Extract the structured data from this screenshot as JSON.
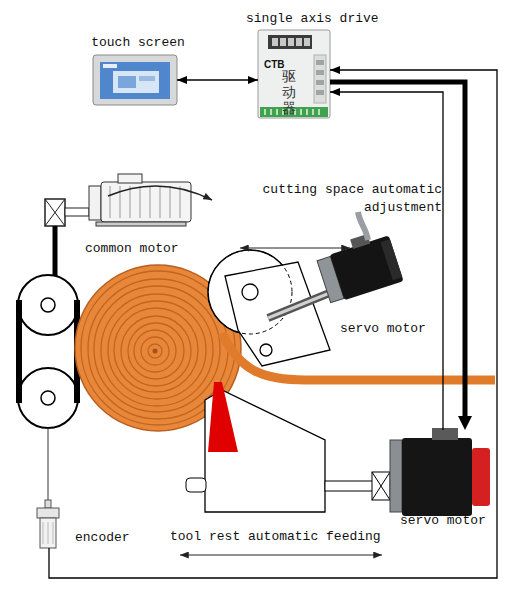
{
  "diagram": {
    "nodes": [
      {
        "text": [
          "touch screen"
        ]
      },
      {
        "text": [
          "single axis drive",
          "CTB",
          "驱动器"
        ]
      },
      {
        "text": [
          "common motor"
        ]
      },
      {
        "text": [
          "servo motor"
        ]
      },
      {
        "text": [
          "servo motor"
        ]
      },
      {
        "text": [
          "encoder"
        ]
      }
    ],
    "edges": [
      {
        "from": 0,
        "to": 1,
        "arrow": "both"
      },
      {
        "from": 1,
        "to": 4,
        "arrow": "to"
      },
      {
        "from": 4,
        "to": 1,
        "arrow": "to"
      },
      {
        "from": 5,
        "to": 1,
        "arrow": "to"
      }
    ],
    "labels": [
      "cutting space automatic adjustment",
      "tool rest automatic feeding"
    ]
  }
}
